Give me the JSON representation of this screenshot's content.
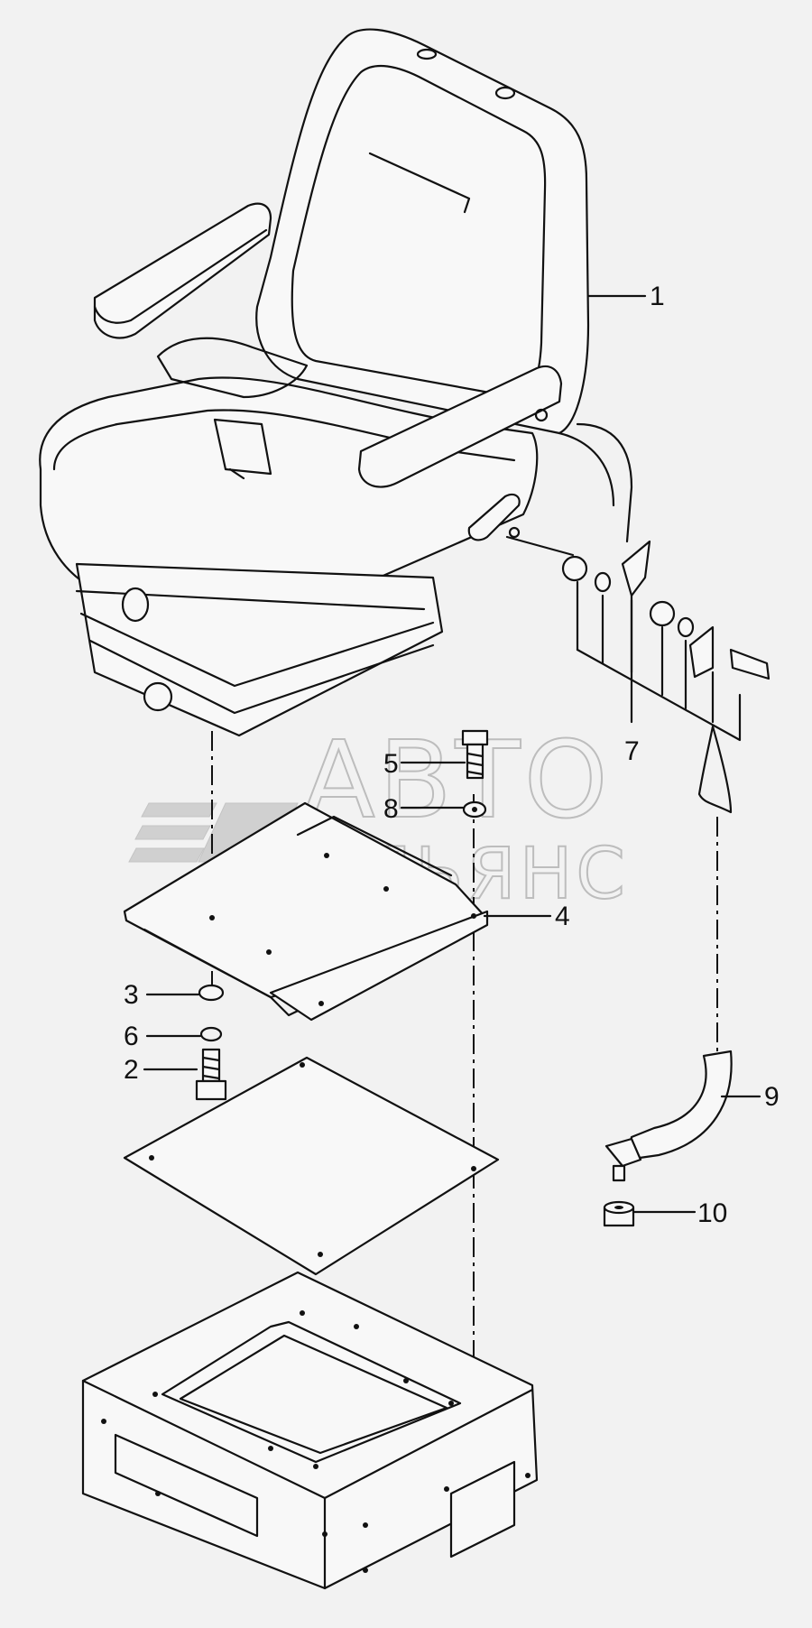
{
  "diagram": {
    "watermark": {
      "line1": "АВТО",
      "line2": "АЛЬЯНС"
    },
    "callouts": [
      {
        "id": "1",
        "label": "1"
      },
      {
        "id": "2",
        "label": "2"
      },
      {
        "id": "3",
        "label": "3"
      },
      {
        "id": "4",
        "label": "4"
      },
      {
        "id": "5",
        "label": "5"
      },
      {
        "id": "6",
        "label": "6"
      },
      {
        "id": "7",
        "label": "7"
      },
      {
        "id": "8",
        "label": "8"
      },
      {
        "id": "9",
        "label": "9"
      },
      {
        "id": "10",
        "label": "10"
      }
    ]
  }
}
